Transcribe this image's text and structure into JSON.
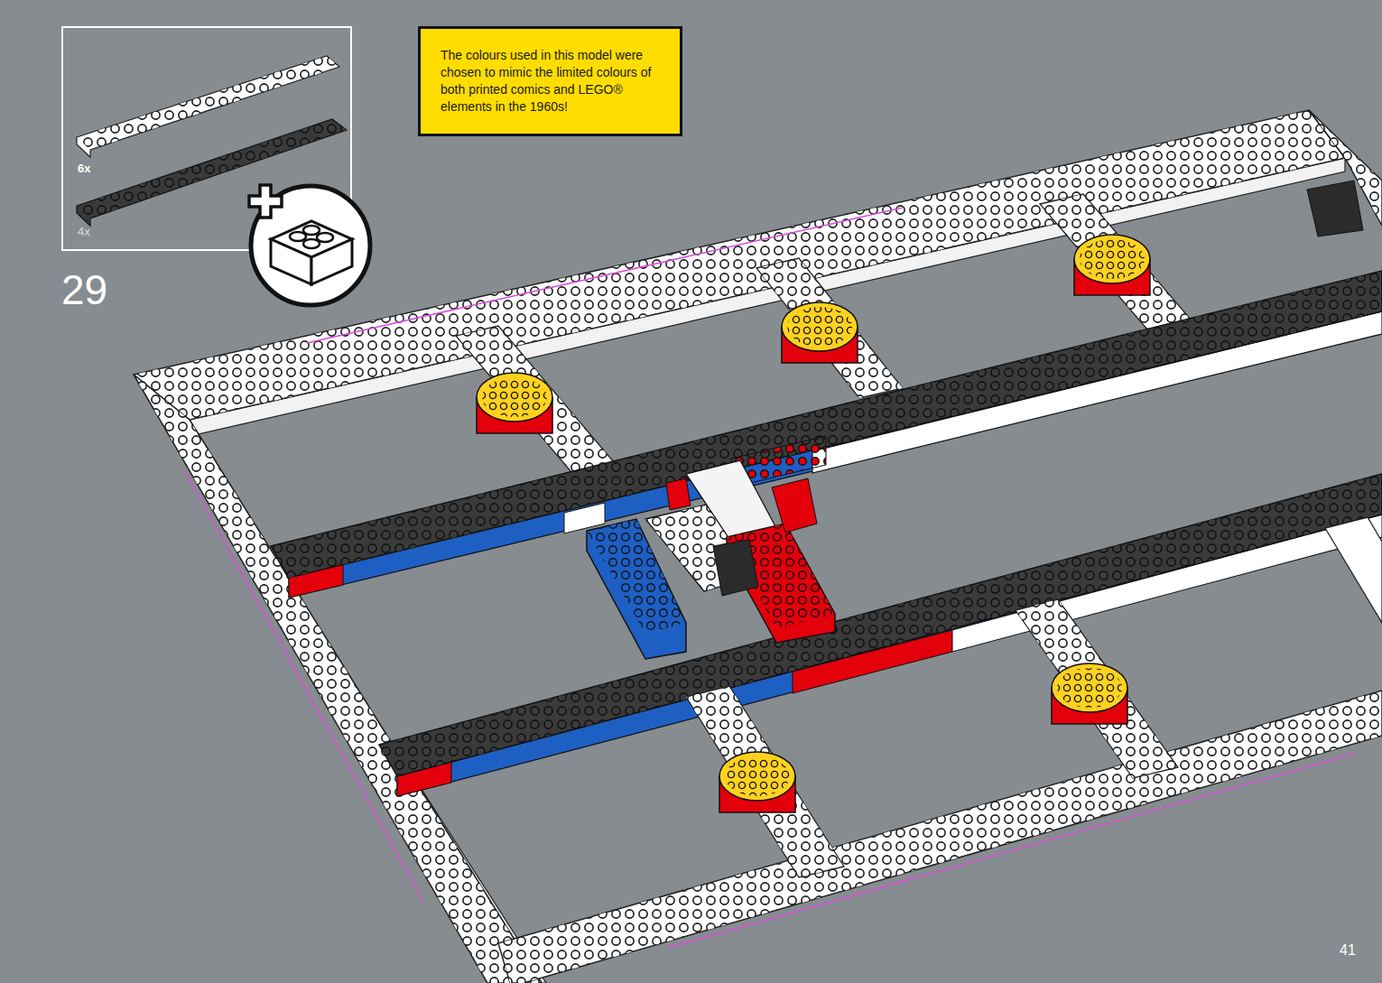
{
  "diagram": {
    "nodes": [
      {
        "text": [
          "The colours used in this model were chosen to mimic the limited colours of both printed comics and LEGO® elements in the 1960s!"
        ]
      }
    ],
    "labels": [
      "6x",
      "4x",
      "29",
      "41"
    ]
  }
}
